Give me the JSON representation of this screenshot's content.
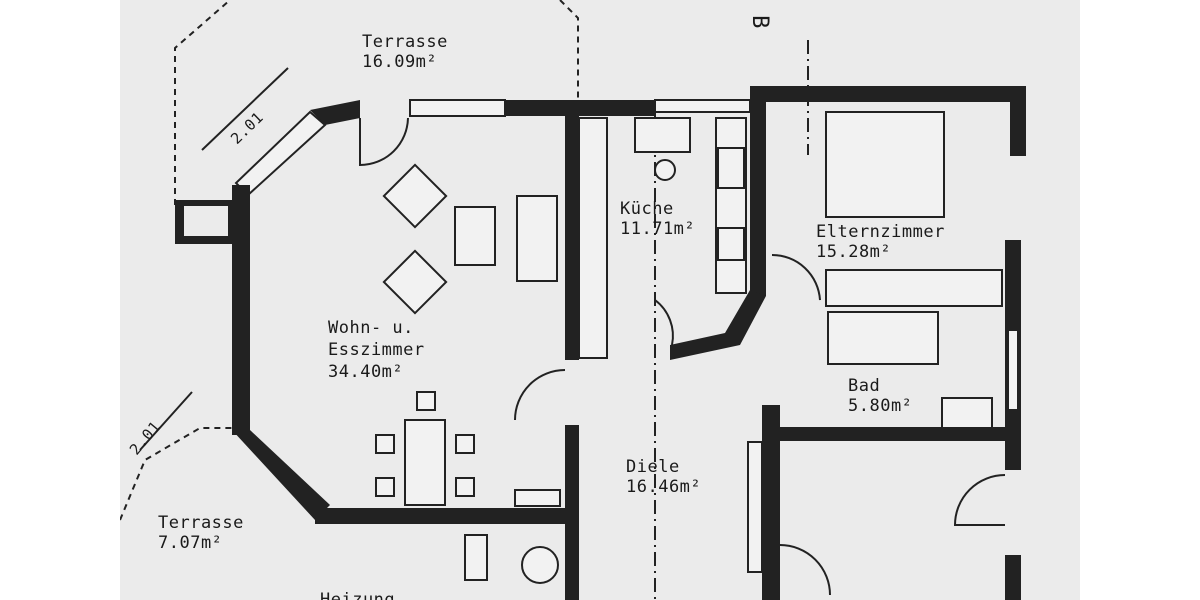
{
  "plan": {
    "rooms": [
      {
        "name": "Terrasse",
        "area": "16.09m²"
      },
      {
        "name": "Küche",
        "area": "11.71m²"
      },
      {
        "name": "Elternzimmer",
        "area": "15.28m²"
      },
      {
        "name": "Wohn- u.",
        "name2": "Esszimmer",
        "area": "34.40m²"
      },
      {
        "name": "Bad",
        "area": "5.80m²"
      },
      {
        "name": "Diele",
        "area": "16.46m²"
      },
      {
        "name": "Terrasse",
        "area": "7.07m²"
      },
      {
        "name": "Heizung"
      }
    ],
    "dimensions": [
      "2.01",
      "2.01"
    ],
    "section_marker": "B"
  }
}
